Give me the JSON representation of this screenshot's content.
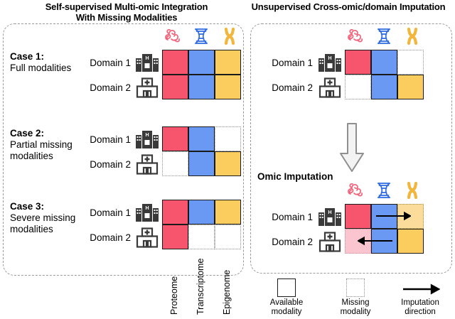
{
  "figure": {
    "left_panel_title_line1": "Self-supervised Multi-omic Integration",
    "left_panel_title_line2": "With Missing Modalities",
    "right_panel_title": "Unsupervised Cross-omic/domain Imputation"
  },
  "colors": {
    "proteome": "#F7546E",
    "transcriptome": "#6A99F4",
    "epigenome": "#FBCC5E",
    "proteome_imputed": "#FBC5CF",
    "epigenome_imputed": "#FBDC9A",
    "panel_border": "#9a9a9a",
    "cell_border": "#1a1a1a",
    "missing_border": "#8c8c8c"
  },
  "modalities": [
    {
      "key": "proteome",
      "label": "Proteome",
      "icon": "protein-icon"
    },
    {
      "key": "transcriptome",
      "label": "Transcriptome",
      "icon": "dna-icon"
    },
    {
      "key": "epigenome",
      "label": "Epigenome",
      "icon": "chromosome-icon"
    }
  ],
  "domains": [
    {
      "key": "domain1",
      "label": "Domain 1",
      "icon": "hospital-tall-icon"
    },
    {
      "key": "domain2",
      "label": "Domain 2",
      "icon": "hospital-small-icon"
    }
  ],
  "left_panel": {
    "cases": [
      {
        "id": "case-1",
        "title": "Case 1:",
        "description": "Full modalities",
        "matrix": [
          {
            "domain": "Domain 1",
            "cells": [
              "available",
              "available",
              "available"
            ]
          },
          {
            "domain": "Domain 2",
            "cells": [
              "available",
              "available",
              "available"
            ]
          }
        ]
      },
      {
        "id": "case-2",
        "title": "Case 2:",
        "description": "Partial missing modalities",
        "matrix": [
          {
            "domain": "Domain 1",
            "cells": [
              "available",
              "available",
              "missing"
            ]
          },
          {
            "domain": "Domain 2",
            "cells": [
              "missing",
              "available",
              "available"
            ]
          }
        ]
      },
      {
        "id": "case-3",
        "title": "Case 3:",
        "description": "Severe missing modalities",
        "matrix": [
          {
            "domain": "Domain 1",
            "cells": [
              "available",
              "available",
              "available"
            ]
          },
          {
            "domain": "Domain 2",
            "cells": [
              "available",
              "missing",
              "missing"
            ]
          }
        ]
      }
    ],
    "column_labels": [
      "Proteome",
      "Transcriptome",
      "Epigenome"
    ]
  },
  "right_panel": {
    "input_matrix": [
      {
        "domain": "Domain 1",
        "cells": [
          "available",
          "available",
          "missing"
        ]
      },
      {
        "domain": "Domain 2",
        "cells": [
          "missing",
          "available",
          "available"
        ]
      }
    ],
    "transform_arrow": "down-arrow",
    "output_title": "Omic Imputation",
    "output_matrix": [
      {
        "domain": "Domain 1",
        "cells": [
          "available",
          "available",
          "imputed"
        ]
      },
      {
        "domain": "Domain 2",
        "cells": [
          "imputed",
          "available",
          "available"
        ]
      }
    ],
    "imputation_arrows": [
      {
        "row": "Domain 1",
        "direction": "right",
        "target": "Epigenome"
      },
      {
        "row": "Domain 2",
        "direction": "left",
        "target": "Proteome"
      }
    ]
  },
  "legend": [
    {
      "id": "available",
      "swatch": "solid-square",
      "line1": "Available",
      "line2": "modality"
    },
    {
      "id": "missing",
      "swatch": "dotted-square",
      "line1": "Missing",
      "line2": "modality"
    },
    {
      "id": "direction",
      "swatch": "arrow-right",
      "line1": "Imputation",
      "line2": "direction"
    }
  ]
}
